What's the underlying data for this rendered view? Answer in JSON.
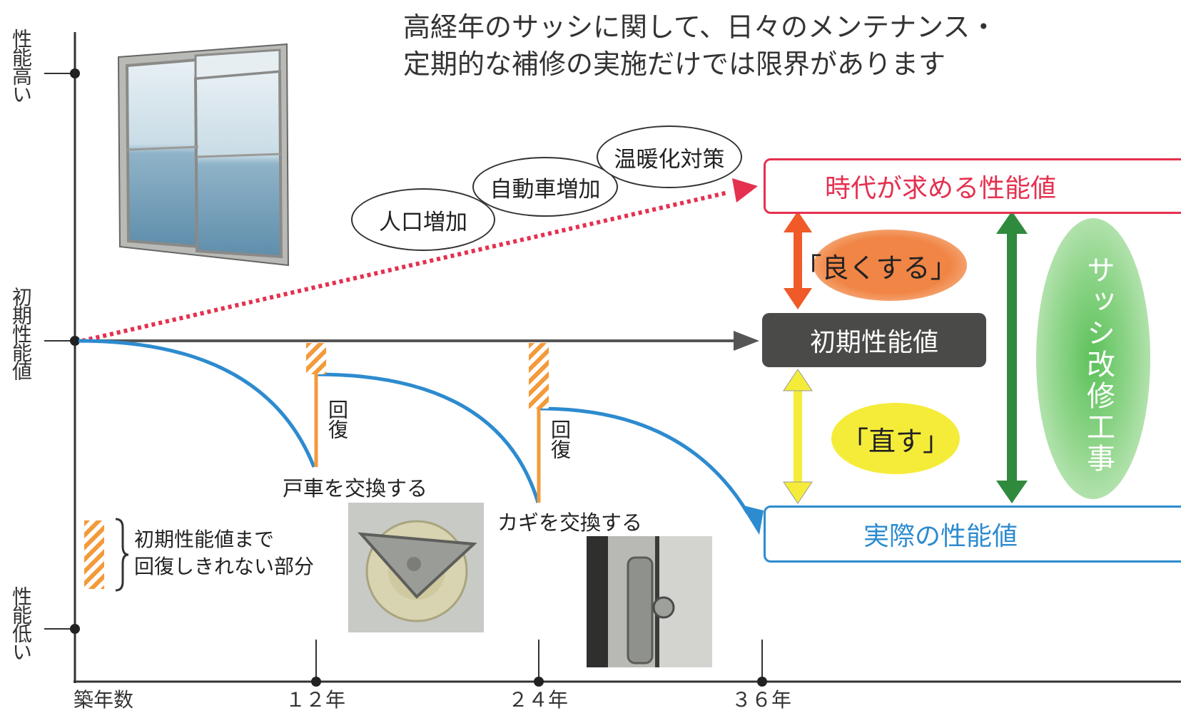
{
  "headline": {
    "line1": "高経年のサッシに関して、日々のメンテナンス・",
    "line2": "定期的な補修の実施だけでは限界があります"
  },
  "y_axis": {
    "top": "性能高い",
    "middle": "初期性能値",
    "bottom": "性能低い"
  },
  "x_axis": {
    "origin": "築年数",
    "ticks": [
      "１２年",
      "２４年",
      "３６年"
    ]
  },
  "factors": [
    "人口増加",
    "自動車増加",
    "温暖化対策"
  ],
  "boxes": {
    "target": "時代が求める性能値",
    "initial": "初期性能値",
    "actual": "実際の性能値"
  },
  "labels": {
    "improve": "「良くする」",
    "repair": "「直す」",
    "renovation": "サッシ改修工事",
    "recover": "回復",
    "replace_roller": "戸車を交換する",
    "replace_lock": "カギを交換する"
  },
  "legend": {
    "line1": "初期性能値まで",
    "line2": "回復しきれない部分"
  },
  "colors": {
    "target": "#e5304f",
    "initial": "#4a4a48",
    "actual": "#2d8bcf",
    "improve_arrow": "#f05a28",
    "repair_arrow": "#f5ec3a",
    "renovation_arrow": "#2f8a3e",
    "recovery": "#f39a3b"
  }
}
